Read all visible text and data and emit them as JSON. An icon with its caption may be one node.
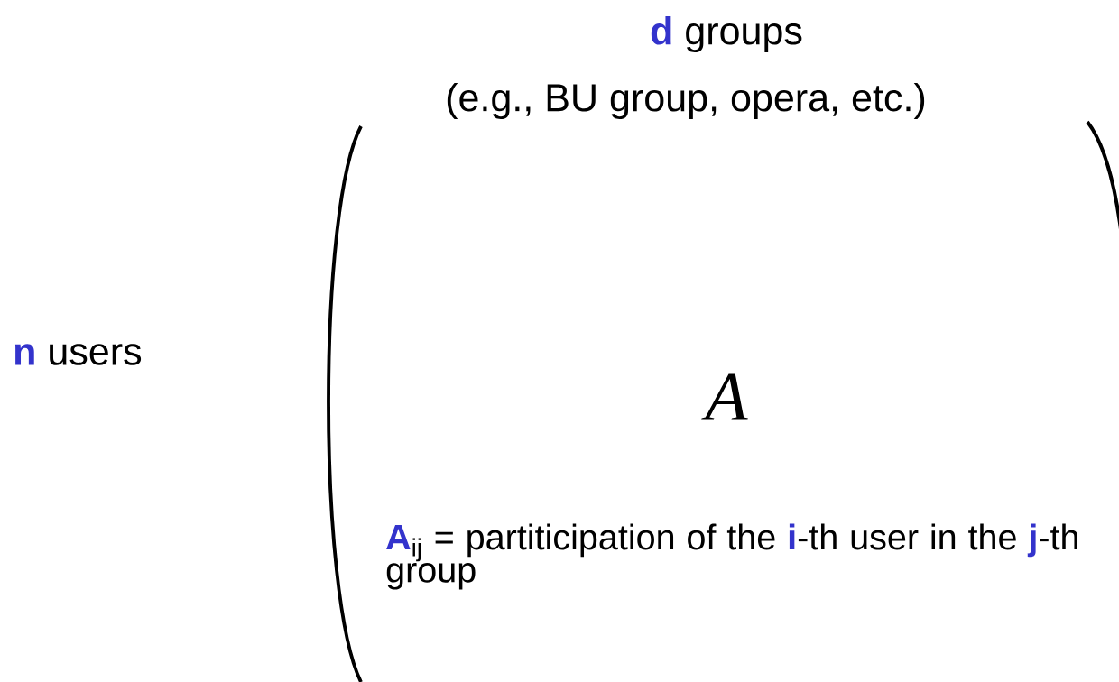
{
  "diagram": {
    "labels": [
      "**d** groups",
      "(e.g., BU group, opera, etc.)",
      "**n** users",
      "A",
      "**A**$_{ij}$ = partiticipation of the **i**-th user in the **j**-th group"
    ]
  }
}
